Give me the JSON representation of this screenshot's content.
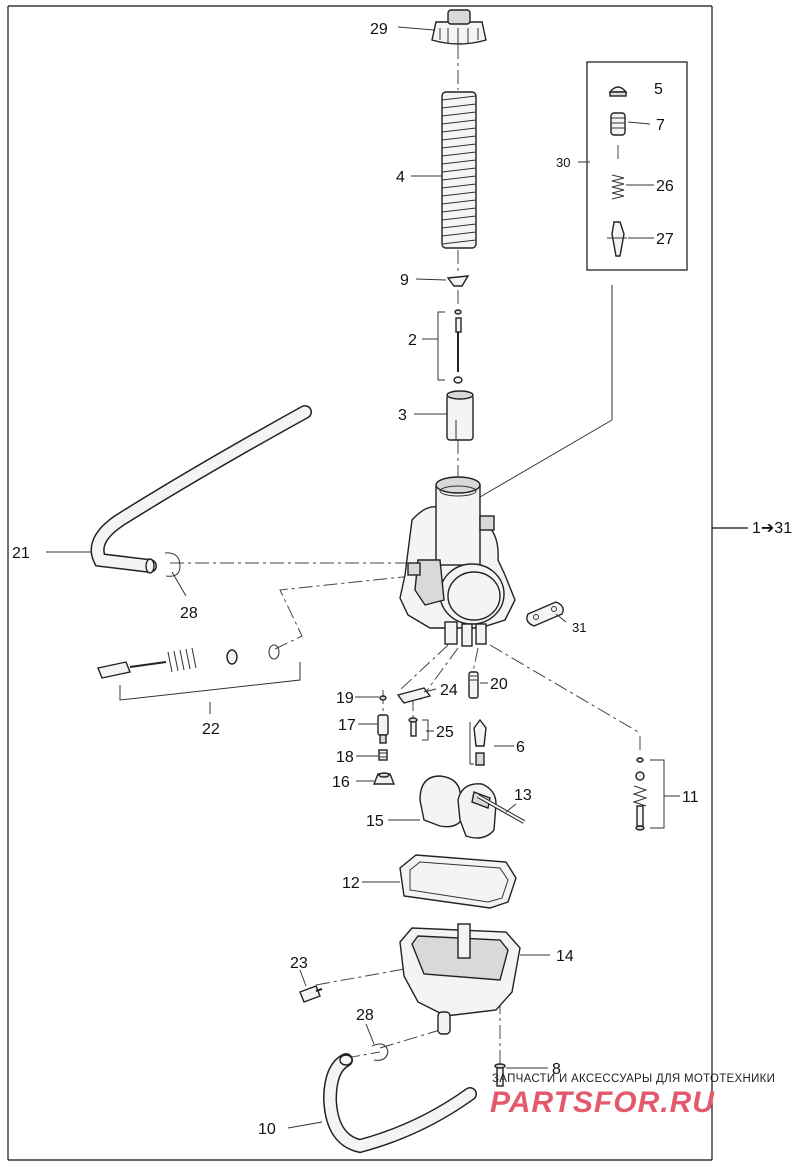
{
  "diagram": {
    "callouts": [
      {
        "id": "29",
        "text": "29"
      },
      {
        "id": "4",
        "text": "4"
      },
      {
        "id": "9",
        "text": "9"
      },
      {
        "id": "2",
        "text": "2"
      },
      {
        "id": "3",
        "text": "3"
      },
      {
        "id": "5",
        "text": "5"
      },
      {
        "id": "7",
        "text": "7"
      },
      {
        "id": "30",
        "text": "30"
      },
      {
        "id": "26",
        "text": "26"
      },
      {
        "id": "27",
        "text": "27"
      },
      {
        "id": "21",
        "text": "21"
      },
      {
        "id": "28a",
        "text": "28"
      },
      {
        "id": "31",
        "text": "31"
      },
      {
        "id": "22",
        "text": "22"
      },
      {
        "id": "19",
        "text": "19"
      },
      {
        "id": "24",
        "text": "24"
      },
      {
        "id": "20",
        "text": "20"
      },
      {
        "id": "17",
        "text": "17"
      },
      {
        "id": "25",
        "text": "25"
      },
      {
        "id": "6",
        "text": "6"
      },
      {
        "id": "18",
        "text": "18"
      },
      {
        "id": "16",
        "text": "16"
      },
      {
        "id": "11",
        "text": "11"
      },
      {
        "id": "13",
        "text": "13"
      },
      {
        "id": "15",
        "text": "15"
      },
      {
        "id": "12",
        "text": "12"
      },
      {
        "id": "14",
        "text": "14"
      },
      {
        "id": "23",
        "text": "23"
      },
      {
        "id": "28b",
        "text": "28"
      },
      {
        "id": "8",
        "text": "8"
      },
      {
        "id": "10",
        "text": "10"
      }
    ],
    "range_label": "1➔31"
  },
  "watermark": {
    "tagline": "ЗАПЧАСТИ И АКСЕССУАРЫ ДЛЯ МОТОТЕХНИКИ",
    "logo": "PARTSFOR.RU"
  }
}
